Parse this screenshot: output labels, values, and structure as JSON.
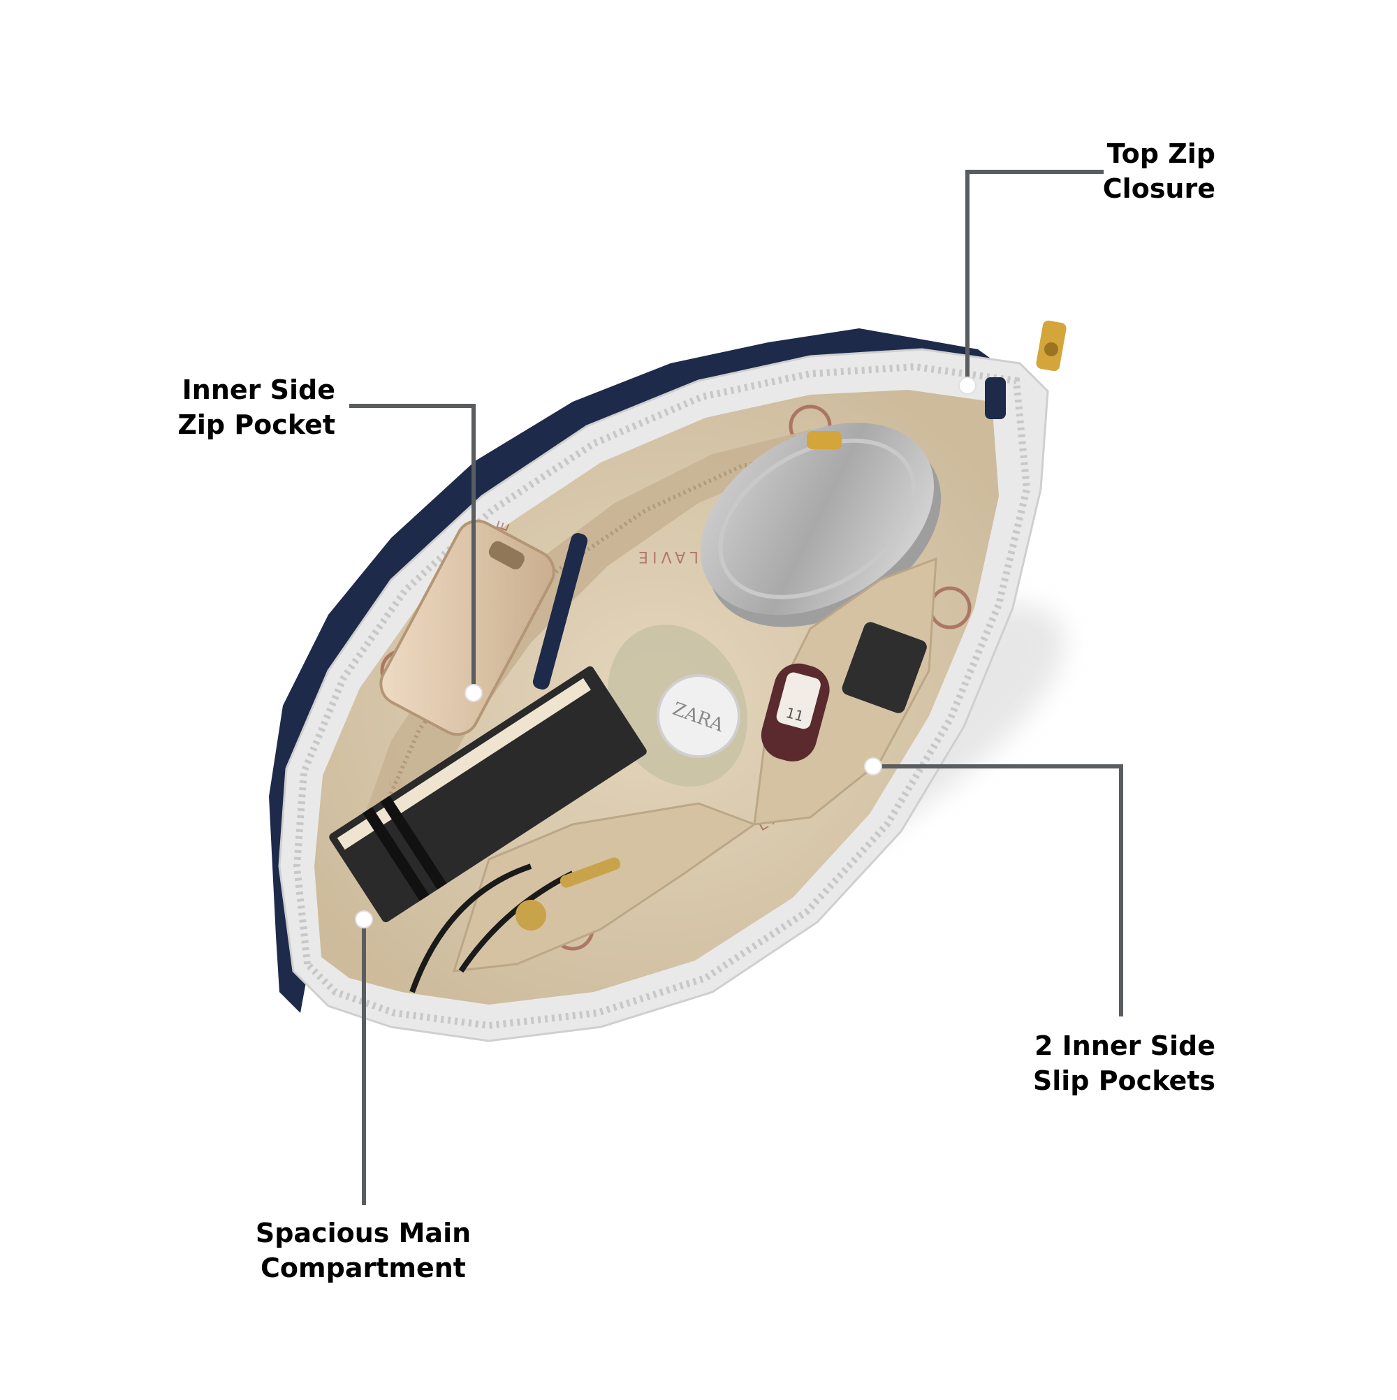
{
  "callouts": {
    "top_zip": {
      "line1": "Top Zip",
      "line2": "Closure"
    },
    "inner_zip": {
      "line1": "Inner Side",
      "line2": "Zip Pocket"
    },
    "slip_pockets": {
      "line1": "2 Inner Side",
      "line2": "Slip Pockets"
    },
    "main_compartment": {
      "line1": "Spacious Main",
      "line2": "Compartment"
    }
  },
  "lining_prints": {
    "brand_text": "LAVIE"
  },
  "items": {
    "perfume_brand": "ZARA",
    "lipstick_number": "11"
  },
  "colors": {
    "callout_line": "#5a5d60",
    "bag_trim": "#1e2a4a",
    "lining": "#d8c8ad",
    "zipper": "#e8e8e8",
    "hardware": "#d4a53a",
    "label_text": "#000000"
  }
}
